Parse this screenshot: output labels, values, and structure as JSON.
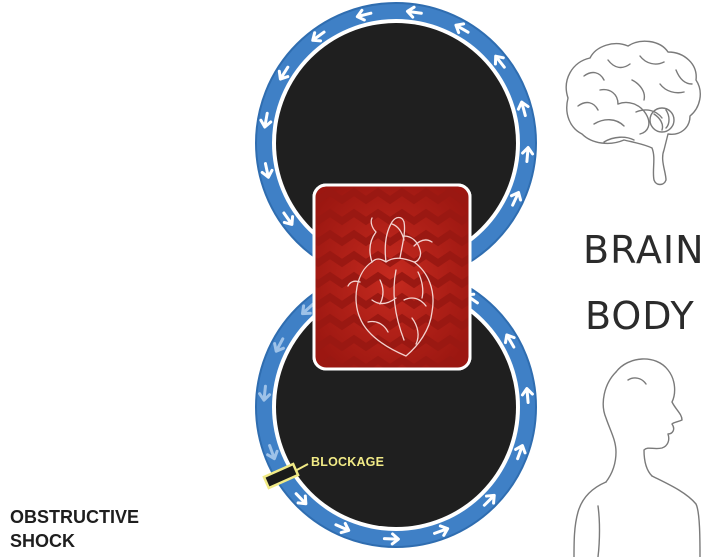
{
  "labels": {
    "brain": "BRAIN",
    "body": "BODY",
    "blockage": "BLOCKAGE",
    "shock_line1": "OBSTRUCTIVE",
    "shock_line2": "SHOCK"
  },
  "icons": {
    "heart": "heart-icon",
    "brain": "brain-icon",
    "child": "child-silhouette-icon",
    "flow_arrow": "arrow-icon"
  },
  "colors": {
    "vessel_ring": "#3f80c6",
    "vessel_ring_edge": "#2f6db0",
    "circuit_fill": "#1f1f1f",
    "heart_panel": "#b8221b",
    "heart_panel_dark": "#9a1812",
    "blockage_outline": "#f1ea86",
    "arrow_active": "#ffffff",
    "arrow_faded": "#9ec2e8",
    "outline_gray": "#777777"
  }
}
